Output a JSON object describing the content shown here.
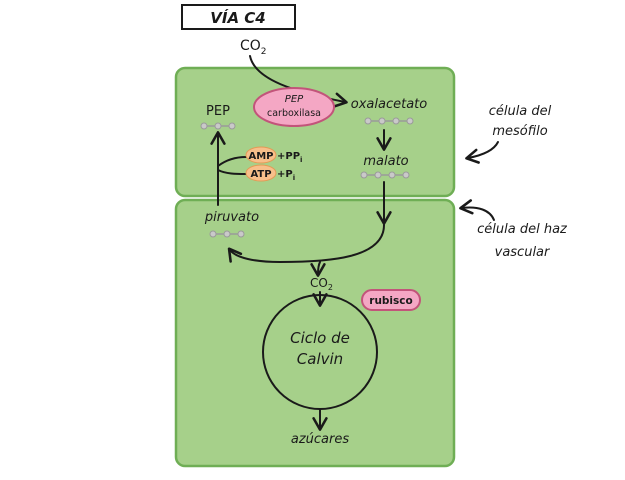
{
  "title": "VÍA C4",
  "top": {
    "co2": "CO",
    "co2_sub": "2"
  },
  "mesophyll": {
    "pep": "PEP",
    "enzyme_line1": "PEP",
    "enzyme_line2": "carboxilasa",
    "oxaloacetate": "oxalacetato",
    "malate": "malato",
    "amp": "AMP",
    "amp_side": "+PP",
    "amp_side_sub": "i",
    "atp": "ATP",
    "atp_side": "+P",
    "atp_side_sub": "i",
    "label_line1": "célula del",
    "label_line2": "mesófilo"
  },
  "bundle": {
    "pyruvate": "piruvato",
    "co2": "CO",
    "co2_sub": "2",
    "rubisco": "rubisco",
    "cycle_line1": "Ciclo de",
    "cycle_line2": "Calvin",
    "sugars": "azúcares",
    "label_line1": "célula del haz",
    "label_line2": "vascular"
  },
  "colors": {
    "cell_fill": "#a6d08a",
    "cell_stroke": "#6fae55",
    "enzyme_pink": "#f4a7c4",
    "enzyme_stroke": "#c2547a",
    "energy_orange": "#f7bf8a"
  }
}
